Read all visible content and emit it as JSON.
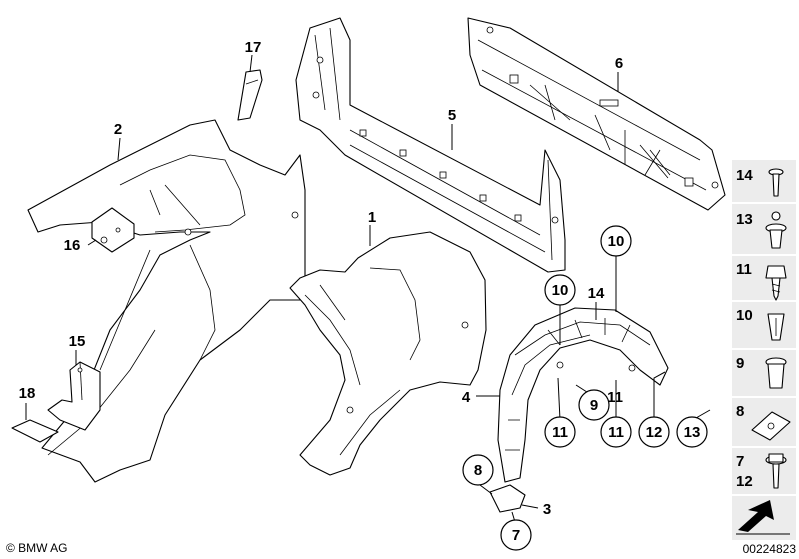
{
  "diagram": {
    "copyright": "© BMW AG",
    "doc_number": "00224823",
    "part_labels": {
      "p1": "1",
      "p2": "2",
      "p3": "3",
      "p4": "4",
      "p5": "5",
      "p6": "6",
      "p7": "7",
      "p8": "8",
      "p9": "9",
      "p10a": "10",
      "p10b": "10",
      "p11a": "11",
      "p11b": "11",
      "p11c": "11",
      "p12": "12",
      "p13": "13",
      "p14": "14",
      "p15": "15",
      "p16": "16",
      "p17": "17",
      "p18": "18"
    },
    "legend": {
      "row14": "14",
      "row13": "13",
      "row11": "11",
      "row10": "10",
      "row9": "9",
      "row8": "8",
      "row7": "7",
      "row12": "12"
    }
  }
}
